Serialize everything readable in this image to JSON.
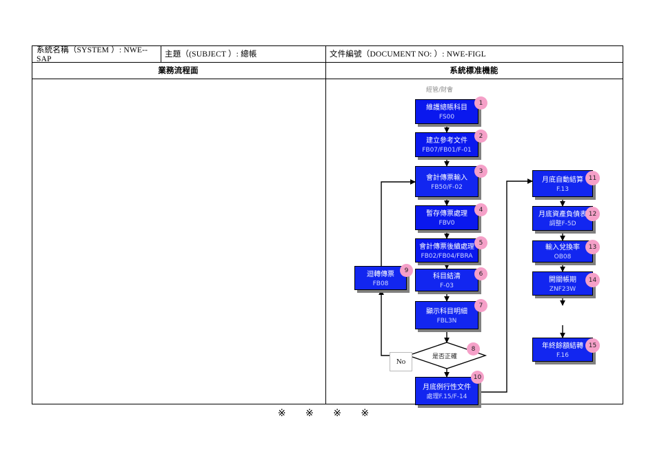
{
  "header": {
    "row1": [
      {
        "id": "system",
        "text": "系統名稱（SYSTEM ）: NWE--SAP"
      },
      {
        "id": "subject",
        "text": "主題（(SUBJECT ）: 總帳"
      },
      {
        "id": "document",
        "text": "文件編號（DOCUMENT NO:    ）: NWE-FIGL"
      }
    ],
    "row2": [
      {
        "id": "left-pane-title",
        "text": "業務流程面"
      },
      {
        "id": "right-pane-title",
        "text": "系統標准機能"
      }
    ]
  },
  "footer": {
    "marks": "※ ※ ※ ※"
  },
  "chart_data": {
    "type": "diagram",
    "title": "系統標准機能",
    "lane_title": "經管/財會",
    "decision_label": "是否正確",
    "no_label": "No",
    "nodes": [
      {
        "num": "1",
        "label": "維護總賬科目",
        "code": "FS00"
      },
      {
        "num": "2",
        "label": "建立參考文件",
        "code": "FB07/FB01/F-01"
      },
      {
        "num": "3",
        "label": "會計傳票輸入",
        "code": "FB50/F-02"
      },
      {
        "num": "4",
        "label": "暫存傳票處理",
        "code": "FBV0"
      },
      {
        "num": "5",
        "label": "會計傳票後續處理",
        "code": "FB02/FB04/FBRA"
      },
      {
        "num": "6",
        "label": "科目結清",
        "code": "F-03"
      },
      {
        "num": "7",
        "label": "顯示科目明細",
        "code": "FBL3N"
      },
      {
        "num": "9",
        "label": "迴轉傳票",
        "code": "FB08"
      },
      {
        "num": "10",
        "label": "月底例行性文件",
        "code": "處理F.15/F-14"
      },
      {
        "num": "11",
        "label": "月底自動結算",
        "code": "F.13"
      },
      {
        "num": "12",
        "label": "月底資產負債表",
        "code": "調整F-5D"
      },
      {
        "num": "13",
        "label": "輸入兌換率",
        "code": "OB08"
      },
      {
        "num": "14",
        "label": "開關帳期",
        "code": "ZNF23W"
      },
      {
        "num": "15",
        "label": "年終餘額結轉",
        "code": "F.16"
      }
    ],
    "decision": {
      "num": "8",
      "label": "是否正確"
    },
    "colors": {
      "node_fill": "#1226f0",
      "node_shadow": "#808080",
      "badge": "#f5a0c8",
      "text": "#ffffff",
      "code_text": "#cfd6ff",
      "lane_title": "#8c8c8c"
    }
  }
}
